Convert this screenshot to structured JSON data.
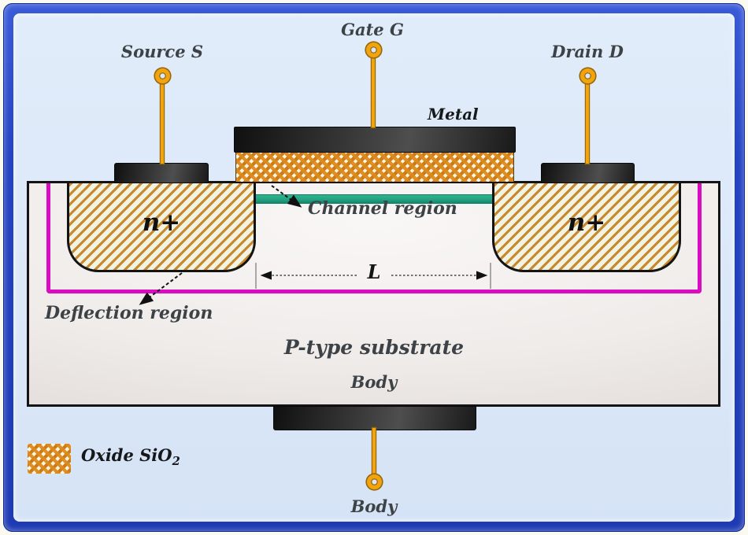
{
  "terminals": {
    "source": "Source S",
    "gate": "Gate G",
    "drain": "Drain D",
    "body": "Body"
  },
  "regions": {
    "metal": "Metal",
    "channel": "Channel region",
    "channel_length": "L",
    "deflection": "Deflection region",
    "substrate": "P-type substrate",
    "body_contact": "Body",
    "n_plus_left": "n+",
    "n_plus_right": "n+"
  },
  "legend": {
    "oxide_label": "Oxide SiO",
    "oxide_subscript": "2"
  },
  "colors": {
    "frame_blue": "#2443c2",
    "canvas_blue": "#dbe8f8",
    "substrate_gray": "#efebe9",
    "oxide_orange": "#dd8a1c",
    "n_plus_stripe": "#c9882e",
    "channel_teal": "#23a182",
    "deflection_magenta": "#dc0ac0",
    "wire_orange": "#f2a40f",
    "electrode_dark": "#242424",
    "label_gray": "#3d4247"
  }
}
